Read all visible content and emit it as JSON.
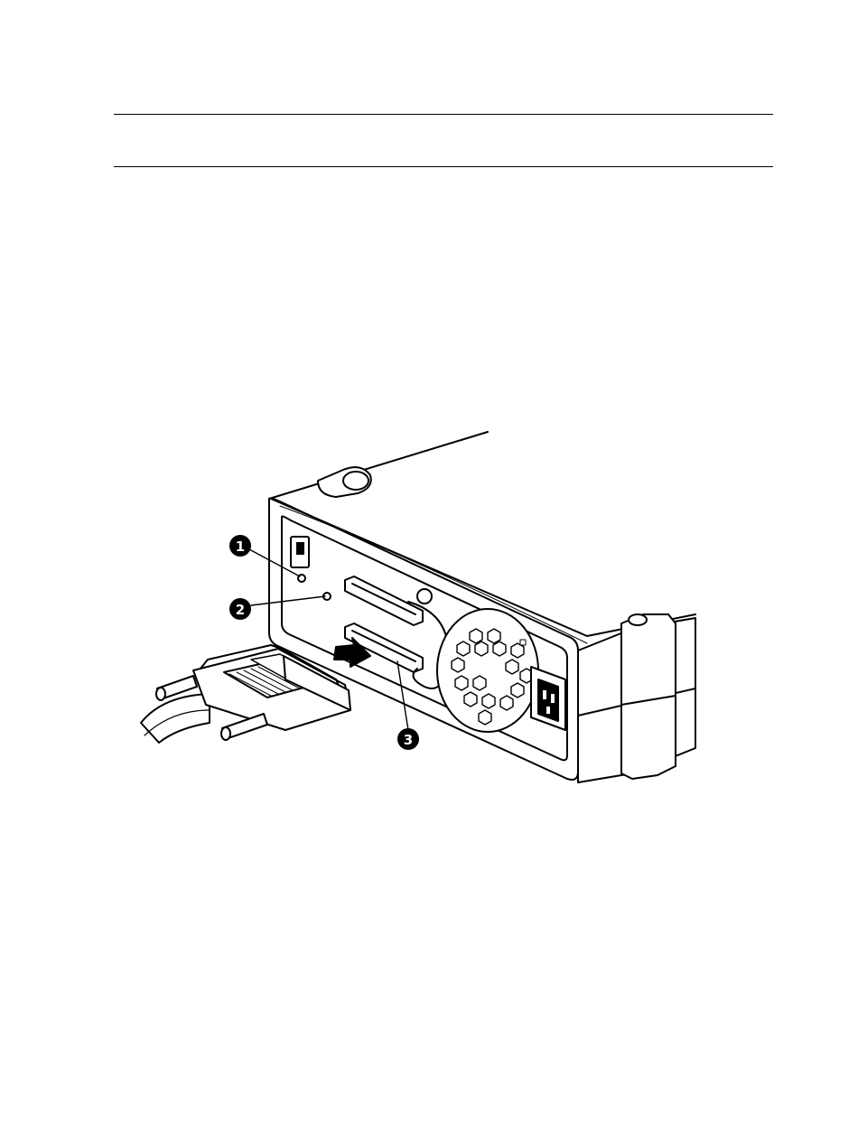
{
  "page": {
    "header_rule_top": "",
    "header_rule_bottom": ""
  },
  "figure": {
    "subject": "tape-drive-rear-panel",
    "callouts": [
      {
        "number": "1",
        "icon": "callout-1-icon"
      },
      {
        "number": "2",
        "icon": "callout-2-icon"
      },
      {
        "number": "3",
        "icon": "callout-3-icon"
      }
    ],
    "colors": {
      "line": "#000000",
      "fill": "#ffffff",
      "callout": "#000000"
    }
  }
}
